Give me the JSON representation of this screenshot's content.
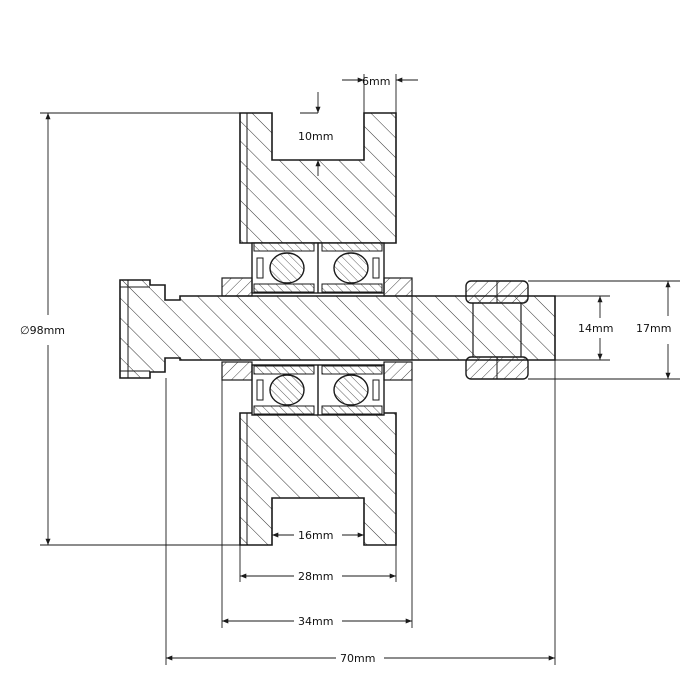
{
  "dimensions": {
    "outer_diameter": "∅98mm",
    "groove_depth": "10mm",
    "groove_side": "6mm",
    "groove_width": "16mm",
    "wheel_width": "28mm",
    "bearing_span": "34mm",
    "overall_length": "70mm",
    "nut_inner": "14mm",
    "nut_outer": "17mm"
  },
  "colors": {
    "line": "#1a1a1a",
    "hatch": "#1a1a1a",
    "background": "#ffffff"
  }
}
